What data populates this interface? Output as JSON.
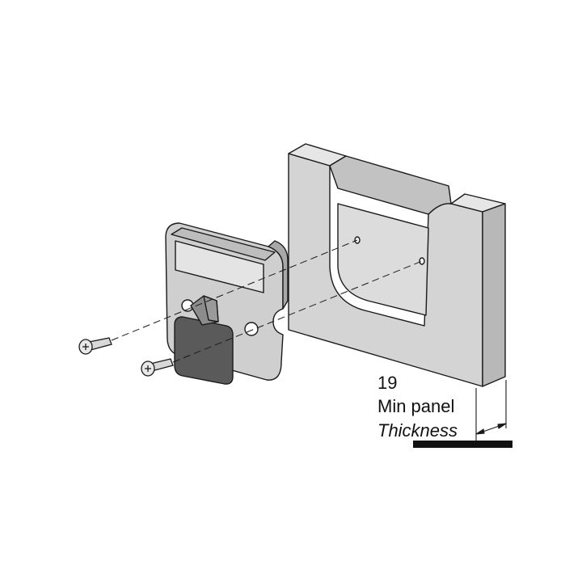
{
  "dimension": {
    "value": "19",
    "label_line1": "Min panel",
    "label_line2": "Thickness"
  },
  "colors": {
    "panel_face": "#d4d4d4",
    "panel_side": "#b8b8b8",
    "panel_top": "#e6e6e6",
    "plate": "#cfcfcf",
    "knob": "#5a5a5a",
    "line": "#1a1a1a"
  }
}
